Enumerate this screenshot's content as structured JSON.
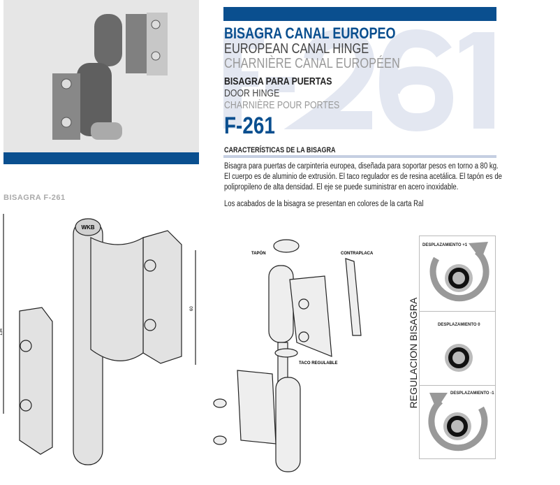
{
  "header": {
    "title_es": "BISAGRA CANAL EUROPEO",
    "title_en": "EUROPEAN CANAL HINGE",
    "title_fr": "CHARNIÈRE CANAL EUROPÉEN",
    "subtitle_es": "BISAGRA PARA PUERTAS",
    "subtitle_en": "DOOR HINGE",
    "subtitle_fr": "CHARNIÈRE POUR PORTES",
    "code": "F-261",
    "watermark": "F-261"
  },
  "features": {
    "title": "CARACTERÍSTICAS DE LA BISAGRA",
    "lines": [
      "Bisagra para puertas de carpinteria europea, diseñada para soportar pesos en torno a 80 kg.",
      "El cuerpo es de aluminio de extrusión. El taco regulador es de resina acetálica. El tapón es de",
      "polipropileno de alta densidad. El eje se puede suministrar en acero inoxidable."
    ],
    "finish": "Los acabados de la bisagra se presentan en colores de la carta Ral"
  },
  "drawing": {
    "label": "BISAGRA F-261",
    "dim_total": "134",
    "dim_leaf": "60",
    "logo_text": "WKB"
  },
  "exploded": {
    "tapon": "TAPÓN",
    "contraplaca": "CONTRAPLACA",
    "taco": "TACO REGULABLE"
  },
  "regulation": {
    "title": "REGULACION BISAGRA",
    "states": [
      "DESPLAZAMIENTO +1",
      "DESPLAZAMIENTO 0",
      "DESPLAZAMIENTO -1"
    ]
  },
  "colors": {
    "brand": "#0a4f8f",
    "watermark": "#e3e7f1"
  }
}
